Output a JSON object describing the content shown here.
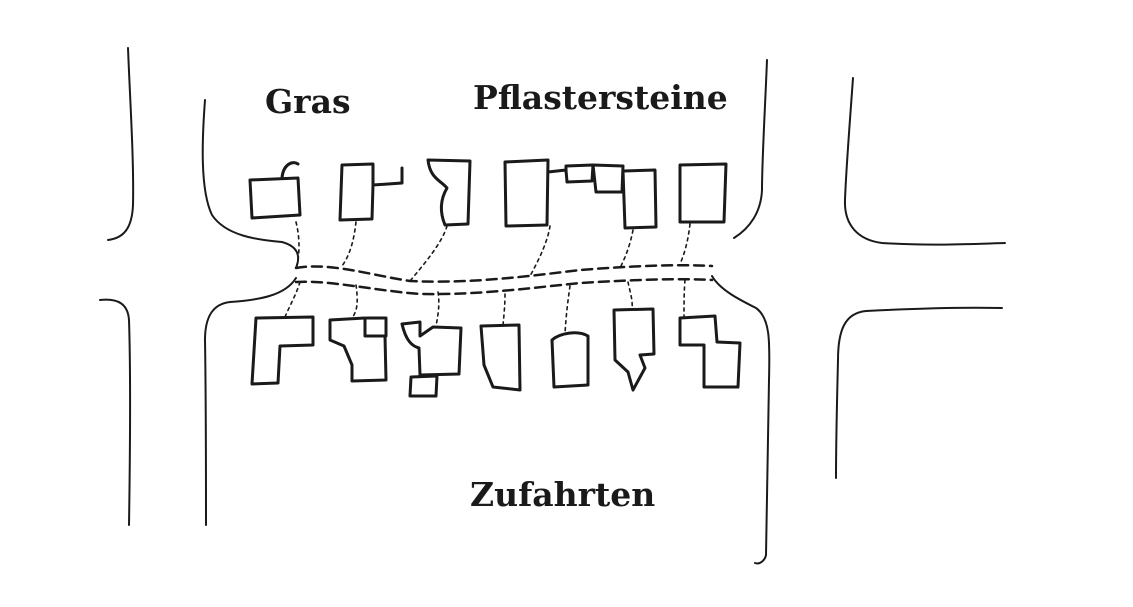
{
  "labels": {
    "gras": "Gras",
    "pflastersteine": "Pflastersteine",
    "zufahrten": "Zufahrten"
  },
  "colors": {
    "ink": "#1a1a1a",
    "paper": "#ffffff"
  }
}
